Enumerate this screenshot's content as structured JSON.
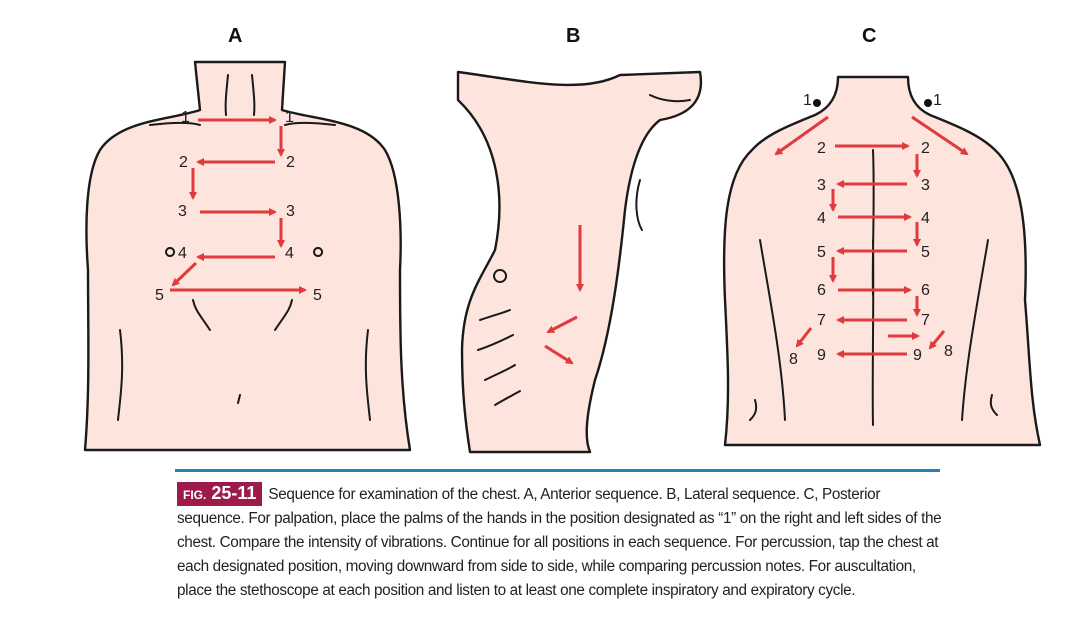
{
  "panels": {
    "a": {
      "label": "A",
      "numbers": [
        "1",
        "1",
        "2",
        "2",
        "3",
        "3",
        "4",
        "4",
        "5",
        "5"
      ]
    },
    "b": {
      "label": "B"
    },
    "c": {
      "label": "C",
      "numbers": [
        "1",
        "1",
        "2",
        "2",
        "3",
        "3",
        "4",
        "4",
        "5",
        "5",
        "6",
        "6",
        "7",
        "7",
        "8",
        "8",
        "9",
        "9"
      ]
    }
  },
  "caption": {
    "fig_prefix": "FIG.",
    "fig_number": "25-11",
    "text": "Sequence for examination of the chest. A, Anterior sequence. B, Lateral sequence. C, Posterior sequence. For palpation, place the palms of the hands in the position designated as “1” on the right and left sides of the chest. Compare the intensity of vibrations. Continue for all positions in each sequence. For percussion, tap the chest at each designated position, moving downward from side to side, while comparing percussion notes. For auscultation, place the stethoscope at each position and listen to at least one complete inspiratory and expiratory cycle."
  },
  "colors": {
    "arrow": "#e0393e",
    "skin": "#fde4dc",
    "badge": "#9c1b4b",
    "rule": "#2a80b5"
  }
}
